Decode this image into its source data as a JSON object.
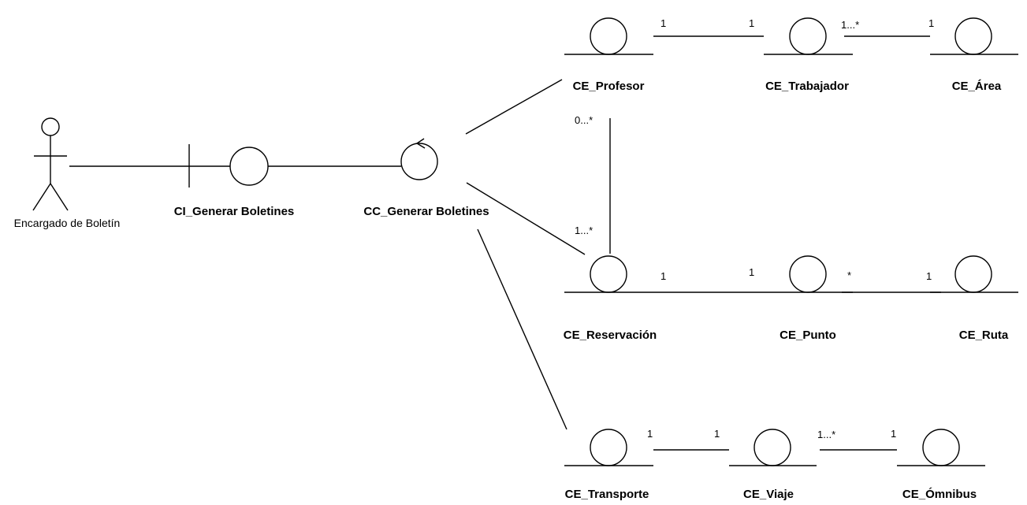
{
  "actor": {
    "label": "Encargado de Boletín"
  },
  "boundary": {
    "label": "CI_Generar Boletines"
  },
  "control": {
    "label": "CC_Generar Boletines"
  },
  "entities": {
    "profesor": "CE_Profesor",
    "trabajador": "CE_Trabajador",
    "area": "CE_Área",
    "reservacion": "CE_Reservación",
    "punto": "CE_Punto",
    "ruta": "CE_Ruta",
    "transporte": "CE_Transporte",
    "viaje": "CE_Viaje",
    "omnibus": "CE_Ómnibus"
  },
  "multiplicities": {
    "profesor_trabajador_a": "1",
    "profesor_trabajador_b": "1",
    "trabajador_area_a": "1...*",
    "trabajador_area_b": "1",
    "profesor_reservacion_a": "0...*",
    "profesor_reservacion_b": "1...*",
    "reservacion_punto_a": "1",
    "reservacion_punto_b": "1",
    "punto_ruta_a": "*",
    "punto_ruta_b": "1",
    "transporte_viaje_a": "1",
    "transporte_viaje_b": "1",
    "viaje_omnibus_a": "1...*",
    "viaje_omnibus_b": "1"
  }
}
